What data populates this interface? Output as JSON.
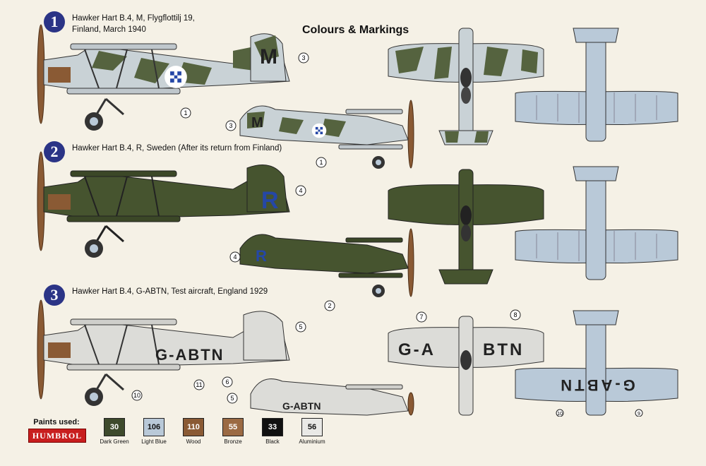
{
  "title": "Colours & Markings",
  "schemes": [
    {
      "number": "1",
      "line1": "Hawker Hart B.4, M, Flygflottilj 19,",
      "line2": "Finland, March 1940"
    },
    {
      "number": "2",
      "line1": "Hawker Hart B.4, R, Sweden (After its return from Finland)",
      "line2": ""
    },
    {
      "number": "3",
      "line1": "Hawker Hart B.4, G-ABTN, Test aircraft, England 1929",
      "line2": ""
    }
  ],
  "aircraft_codes": {
    "scheme1": "M",
    "scheme2": "R",
    "scheme3": "G-ABTN",
    "scheme3_small": "G-ABTN",
    "scheme3_wing_left": "G-A",
    "scheme3_wing_right": "BTN",
    "scheme3_under": "G-ABTN"
  },
  "callouts": [
    "1",
    "2",
    "3",
    "4",
    "5",
    "6",
    "7",
    "8",
    "9",
    "10",
    "11"
  ],
  "paints_label": "Paints used:",
  "brand": "HUMBROL",
  "paints": [
    {
      "code": "30",
      "name": "Dark Green",
      "color": "#3e4a2c",
      "text": "#ffffff"
    },
    {
      "code": "106",
      "name": "Light Blue",
      "color": "#b9c9d8",
      "text": "#111111"
    },
    {
      "code": "110",
      "name": "Wood",
      "color": "#8a5a34",
      "text": "#ffffff"
    },
    {
      "code": "55",
      "name": "Bronze",
      "color": "#9b6a43",
      "text": "#ffffff"
    },
    {
      "code": "33",
      "name": "Black",
      "color": "#111111",
      "text": "#ffffff"
    },
    {
      "code": "56",
      "name": "Aluminium",
      "color": "#e9e9e6",
      "text": "#111111"
    }
  ],
  "colors": {
    "dark_green": "#3e4a2c",
    "camo_light": "#c9d2d6",
    "roundel_blue": "#2547a6",
    "under_blue": "#b9c9d8",
    "aluminium": "#dcdcd8"
  }
}
